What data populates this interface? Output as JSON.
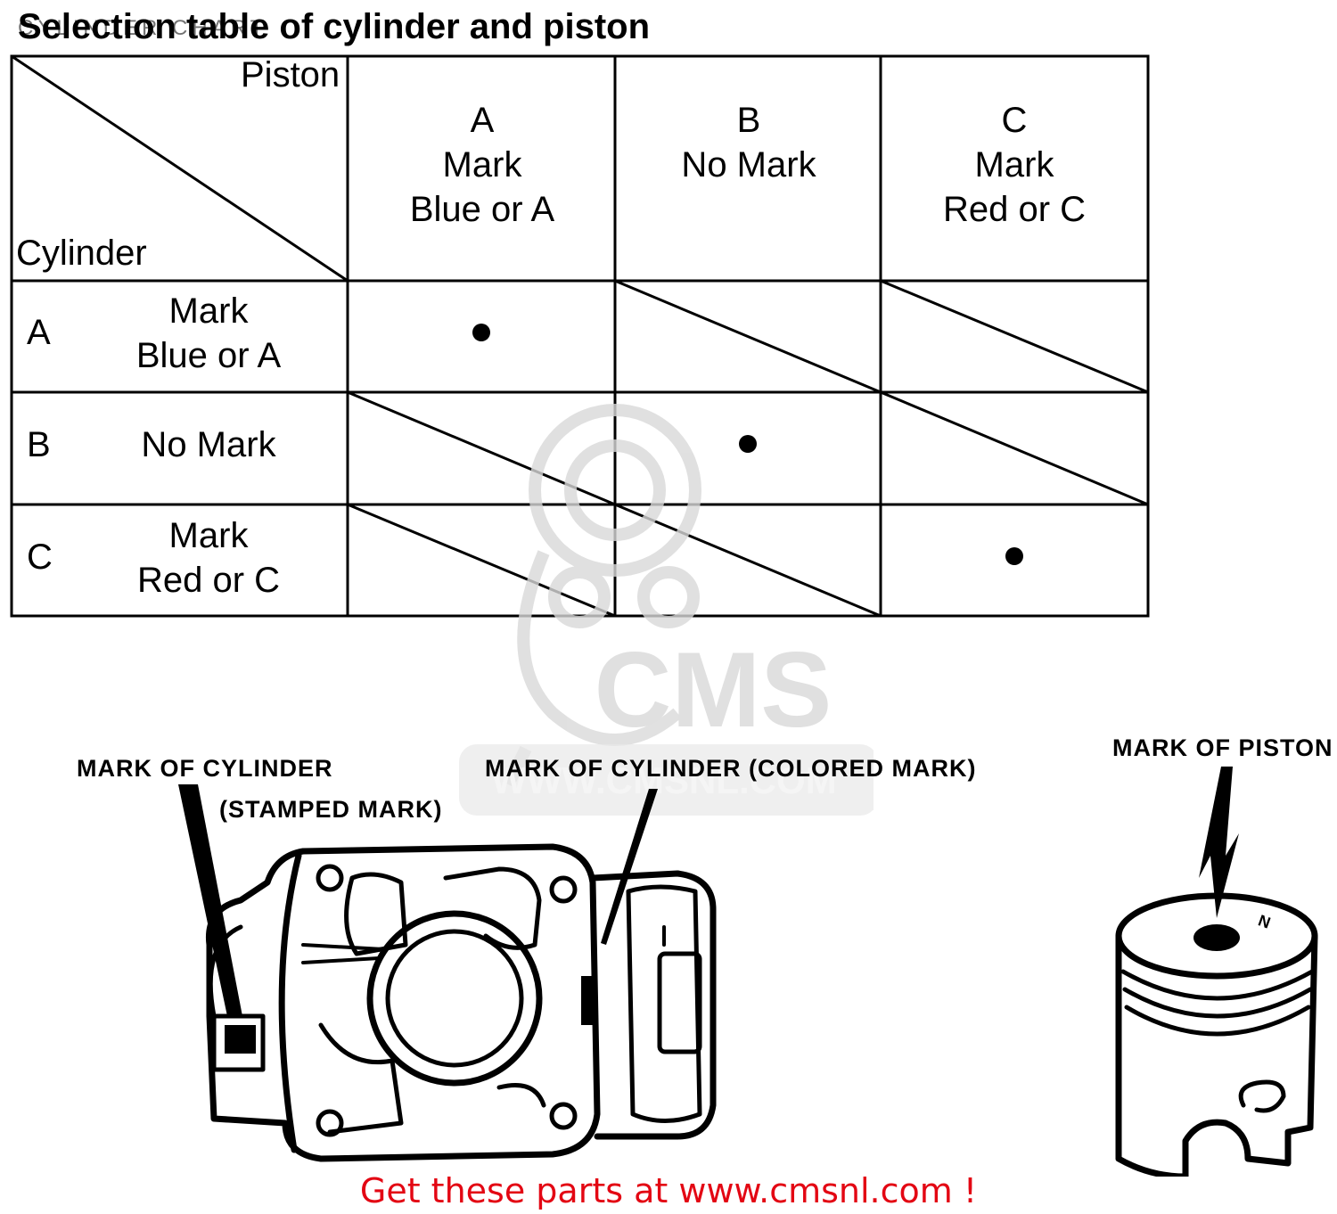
{
  "title": "Selection table of cylinder and piston",
  "title_overprint": "CYLINDER CHART",
  "table": {
    "corner_piston": "Piston",
    "corner_cylinder": "Cylinder",
    "piston_columns": [
      {
        "line1": "A",
        "line2": "Mark",
        "line3": "Blue or A"
      },
      {
        "line1": "B",
        "line2": "No Mark",
        "line3": ""
      },
      {
        "line1": "C",
        "line2": "Mark",
        "line3": "Red or C"
      }
    ],
    "cylinder_rows": [
      {
        "letter": "A",
        "line1": "Mark",
        "line2": "Blue or A"
      },
      {
        "letter": "B",
        "line1": "No Mark",
        "line2": ""
      },
      {
        "letter": "C",
        "line1": "Mark",
        "line2": "Red or C"
      }
    ],
    "matches": [
      [
        true,
        false,
        false
      ],
      [
        false,
        true,
        false
      ],
      [
        false,
        false,
        true
      ]
    ]
  },
  "callouts": {
    "cylinder_stamped_line1": "MARK OF CYLINDER",
    "cylinder_stamped_line2": "(STAMPED MARK)",
    "cylinder_colored": "MARK OF CYLINDER (COLORED MARK)",
    "piston": "MARK OF PISTON"
  },
  "watermark": {
    "logo_text": "CMS",
    "url_text": "WWW.CMSNL.COM"
  },
  "footer": "Get these parts at www.cmsnl.com !"
}
